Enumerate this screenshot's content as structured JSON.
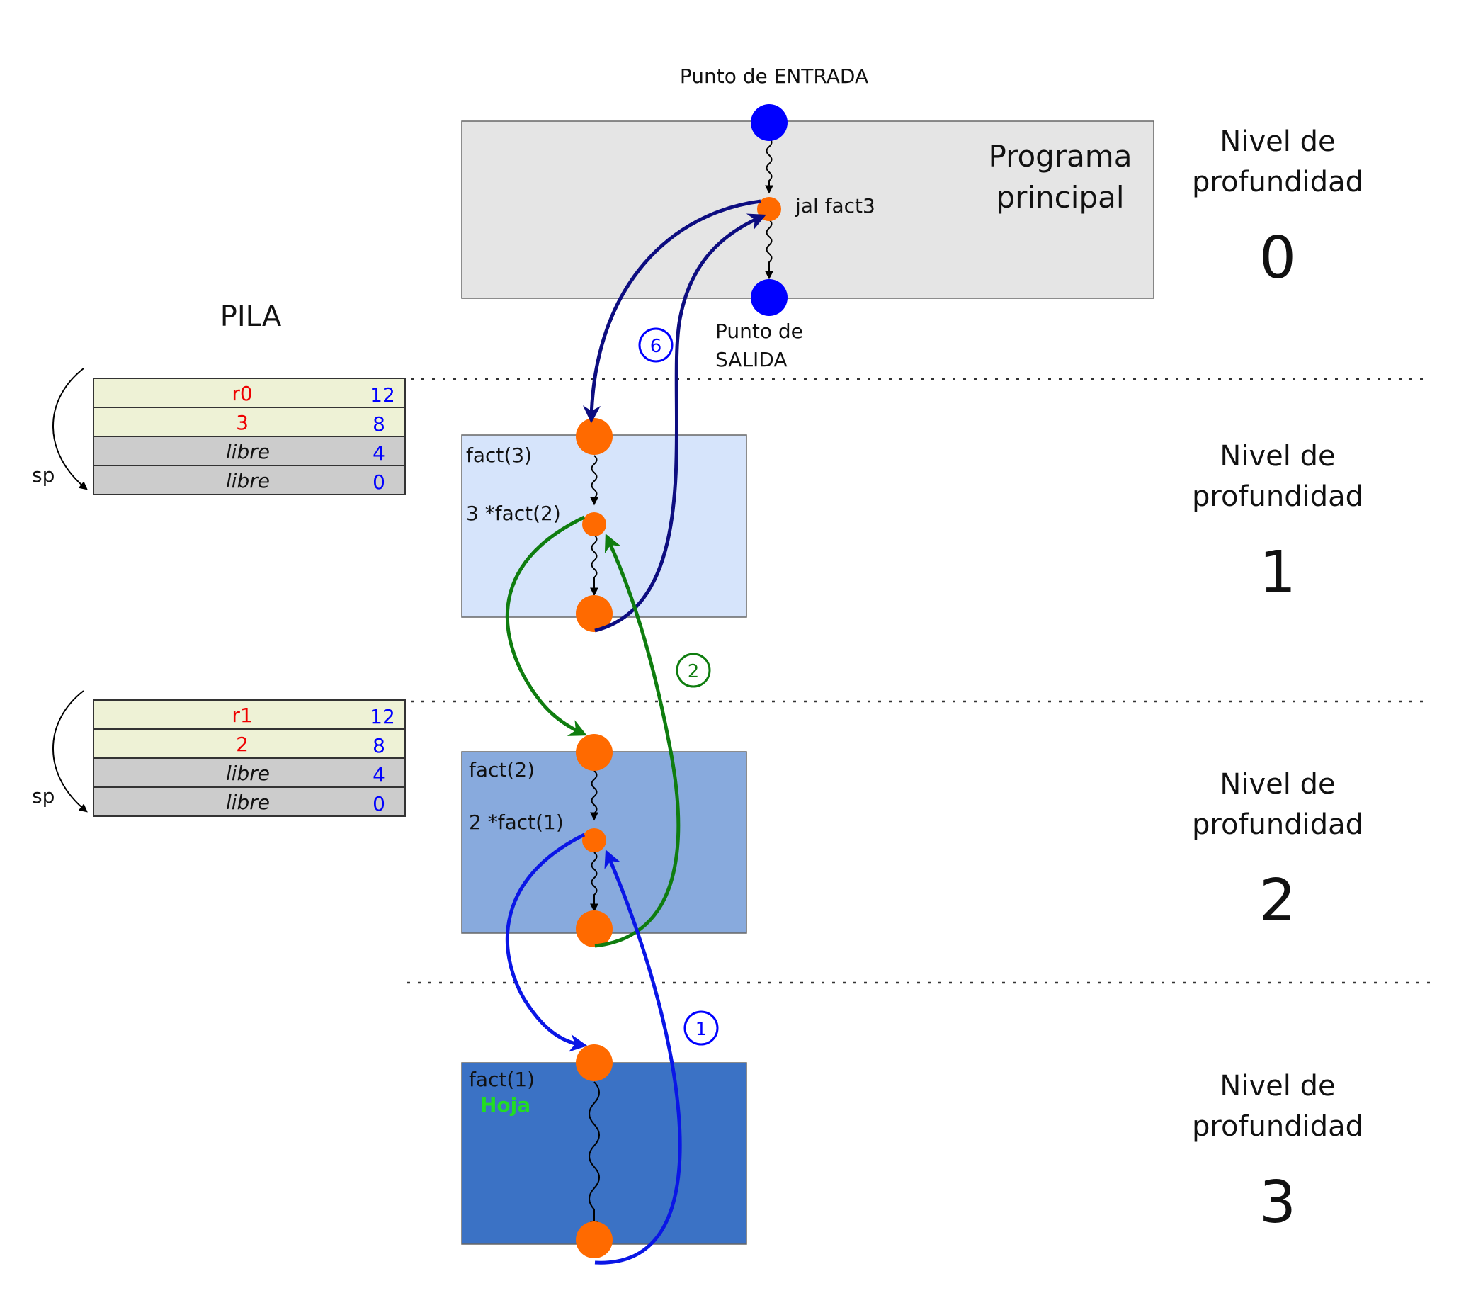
{
  "colors": {
    "main_box": "#e5e5e5",
    "level1_box": "#d6e4fb",
    "level2_box": "#88aadd",
    "level3_box": "#3b72c5",
    "entry_node": "#0000ff",
    "call_node": "#ff6a00",
    "arrow_return_main": "#0d0d80",
    "arrow_green": "#0f7d0f",
    "arrow_blue": "#0a16e6",
    "stack_used": "#eef2d6",
    "stack_free": "#cccccc",
    "stack_value_red": "#ee0000",
    "stack_offset_blue": "#0000ff",
    "leaf_label": "#22dd22"
  },
  "main": {
    "entry_label": "Punto de ENTRADA",
    "title_line1": "Programa",
    "title_line2": "principal",
    "call_label": "jal fact3",
    "exit_label_line1": "Punto de",
    "exit_label_line2": "SALIDA"
  },
  "stack": {
    "title": "PILA",
    "pointer_label": "sp",
    "frames": [
      {
        "rows": [
          {
            "value": "r0",
            "offset": "12",
            "italic": false,
            "used": true
          },
          {
            "value": "3",
            "offset": "8",
            "italic": false,
            "used": true
          },
          {
            "value": "libre",
            "offset": "4",
            "italic": true,
            "used": false
          },
          {
            "value": "libre",
            "offset": "0",
            "italic": true,
            "used": false
          }
        ]
      },
      {
        "rows": [
          {
            "value": "r1",
            "offset": "12",
            "italic": false,
            "used": true
          },
          {
            "value": "2",
            "offset": "8",
            "italic": false,
            "used": true
          },
          {
            "value": "libre",
            "offset": "4",
            "italic": true,
            "used": false
          },
          {
            "value": "libre",
            "offset": "0",
            "italic": true,
            "used": false
          }
        ]
      }
    ]
  },
  "functions": {
    "fact3": {
      "name": "fact(3)",
      "call": "3 *fact(2)"
    },
    "fact2": {
      "name": "fact(2)",
      "call": "2 *fact(1)"
    },
    "fact1": {
      "name": "fact(1)",
      "leaf": "Hoja"
    }
  },
  "badges": {
    "return_main": "6",
    "return_fact2": "2",
    "return_fact1": "1"
  },
  "levels": [
    {
      "line1": "Nivel de",
      "line2": "profundidad",
      "number": "0"
    },
    {
      "line1": "Nivel de",
      "line2": "profundidad",
      "number": "1"
    },
    {
      "line1": "Nivel de",
      "line2": "profundidad",
      "number": "2"
    },
    {
      "line1": "Nivel de",
      "line2": "profundidad",
      "number": "3"
    }
  ]
}
